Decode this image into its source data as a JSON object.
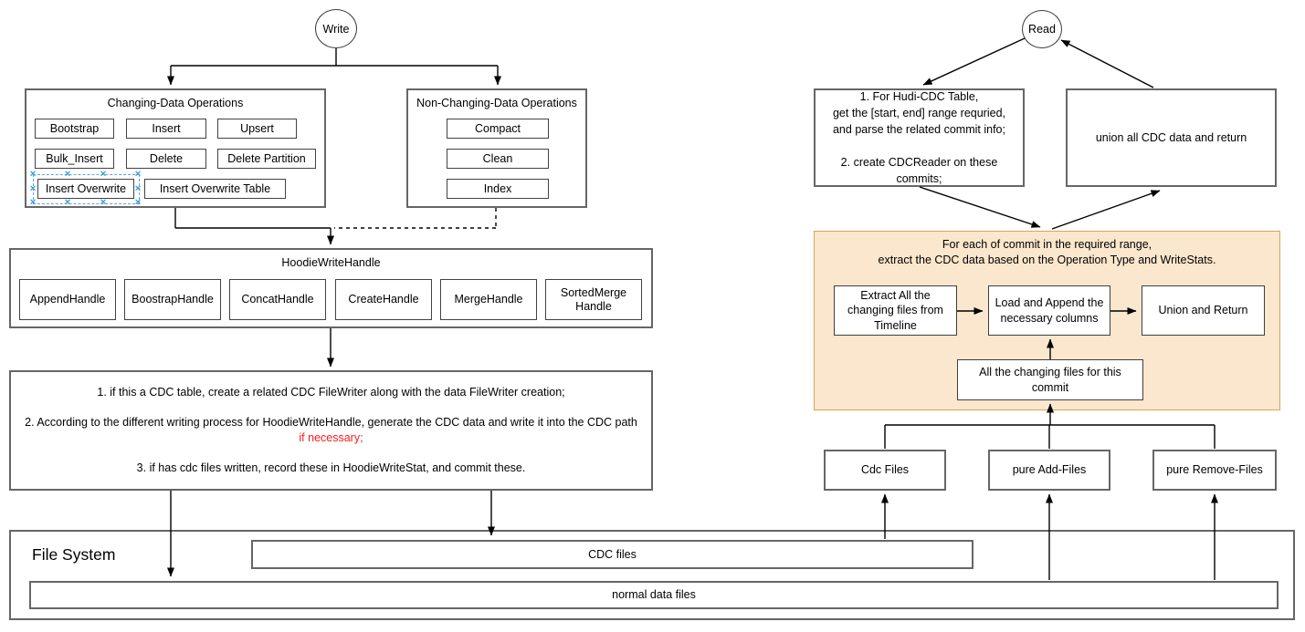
{
  "colors": {
    "orange_fill": "#FAE7CD",
    "orange_border": "#D8A35D",
    "red_text": "#FF1A1A",
    "selection_blue": "#56A8E0",
    "box_border_gray": "#666666",
    "line_black": "#000000"
  },
  "write": {
    "entry_label": "Write",
    "changing": {
      "title": "Changing-Data Operations",
      "chips": [
        "Bootstrap",
        "Insert",
        "Upsert",
        "Bulk_Insert",
        "Delete",
        "Delete Partition",
        "Insert Overwrite",
        "Insert Overwrite Table"
      ],
      "selected_chip": "Insert Overwrite"
    },
    "non_changing": {
      "title": "Non-Changing-Data Operations",
      "chips": [
        "Compact",
        "Clean",
        "Index"
      ]
    },
    "hoodie": {
      "title": "HoodieWriteHandle",
      "chips": [
        "AppendHandle",
        "BoostrapHandle",
        "ConcatHandle",
        "CreateHandle",
        "MergeHandle",
        [
          "SortedMerge",
          "Handle"
        ]
      ]
    },
    "note": {
      "p1": "1. if this a CDC table, create a related CDC FileWriter along with the data FileWriter creation;",
      "p2_black": "2. According to the different writing process for HoodieWriteHandle, generate the CDC data and write it into the CDC path ",
      "p2_red": "if necessary;",
      "p3": "3. if has cdc files written, record these in HoodieWriteStat, and commit these."
    }
  },
  "read": {
    "entry_label": "Read",
    "step_box": [
      "1. For Hudi-CDC Table,",
      "get the [start, end] range requried,",
      "and parse the related commit info;",
      "",
      "2. create CDCReader on these",
      "commits;"
    ],
    "union_box": "union all CDC data and return",
    "per_commit": {
      "title": [
        "For each of commit in the required range,",
        "extract the CDC data based on the Operation Type and WriteStats."
      ],
      "extract": [
        "Extract All the",
        "changing files from",
        "Timeline"
      ],
      "load": [
        "Load and Append the",
        "necessary columns"
      ],
      "union": "Union and Return",
      "all_changing": [
        "All the changing files for this",
        "commit"
      ]
    },
    "outputs": [
      "Cdc Files",
      "pure Add-Files",
      "pure Remove-Files"
    ]
  },
  "file_system": {
    "title": "File System",
    "cdc_files": "CDC files",
    "normal_files": "normal data files"
  }
}
